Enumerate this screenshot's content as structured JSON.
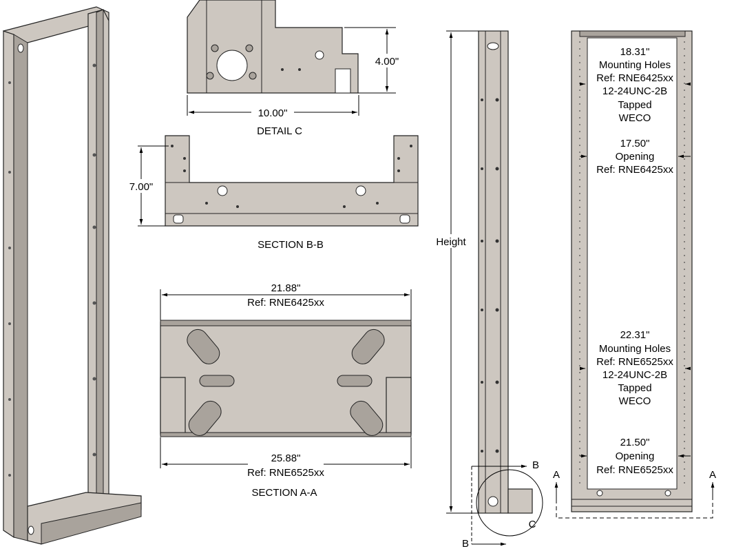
{
  "detail_c": {
    "height_dim": "4.00\"",
    "width_dim": "10.00\"",
    "caption": "DETAIL C"
  },
  "section_bb": {
    "height_dim": "7.00\"",
    "caption": "SECTION B-B"
  },
  "section_aa": {
    "top_dim": "21.88\"",
    "top_ref": "Ref: RNE6425xx",
    "bottom_dim": "25.88\"",
    "bottom_ref": "Ref: RNE6525xx",
    "caption": "SECTION A-A"
  },
  "side_view": {
    "height_label": "Height",
    "section_b": "B",
    "detail_c": "C"
  },
  "front_view": {
    "section_a": "A",
    "upper_mounting": [
      "18.31\"",
      "Mounting Holes",
      "Ref: RNE6425xx",
      "12-24UNC-2B",
      "Tapped",
      "WECO"
    ],
    "upper_opening": [
      "17.50\"",
      "Opening",
      "Ref: RNE6425xx"
    ],
    "lower_mounting": [
      "22.31\"",
      "Mounting Holes",
      "Ref: RNE6525xx",
      "12-24UNC-2B",
      "Tapped",
      "WECO"
    ],
    "lower_opening": [
      "21.50\"",
      "Opening",
      "Ref: RNE6525xx"
    ]
  }
}
